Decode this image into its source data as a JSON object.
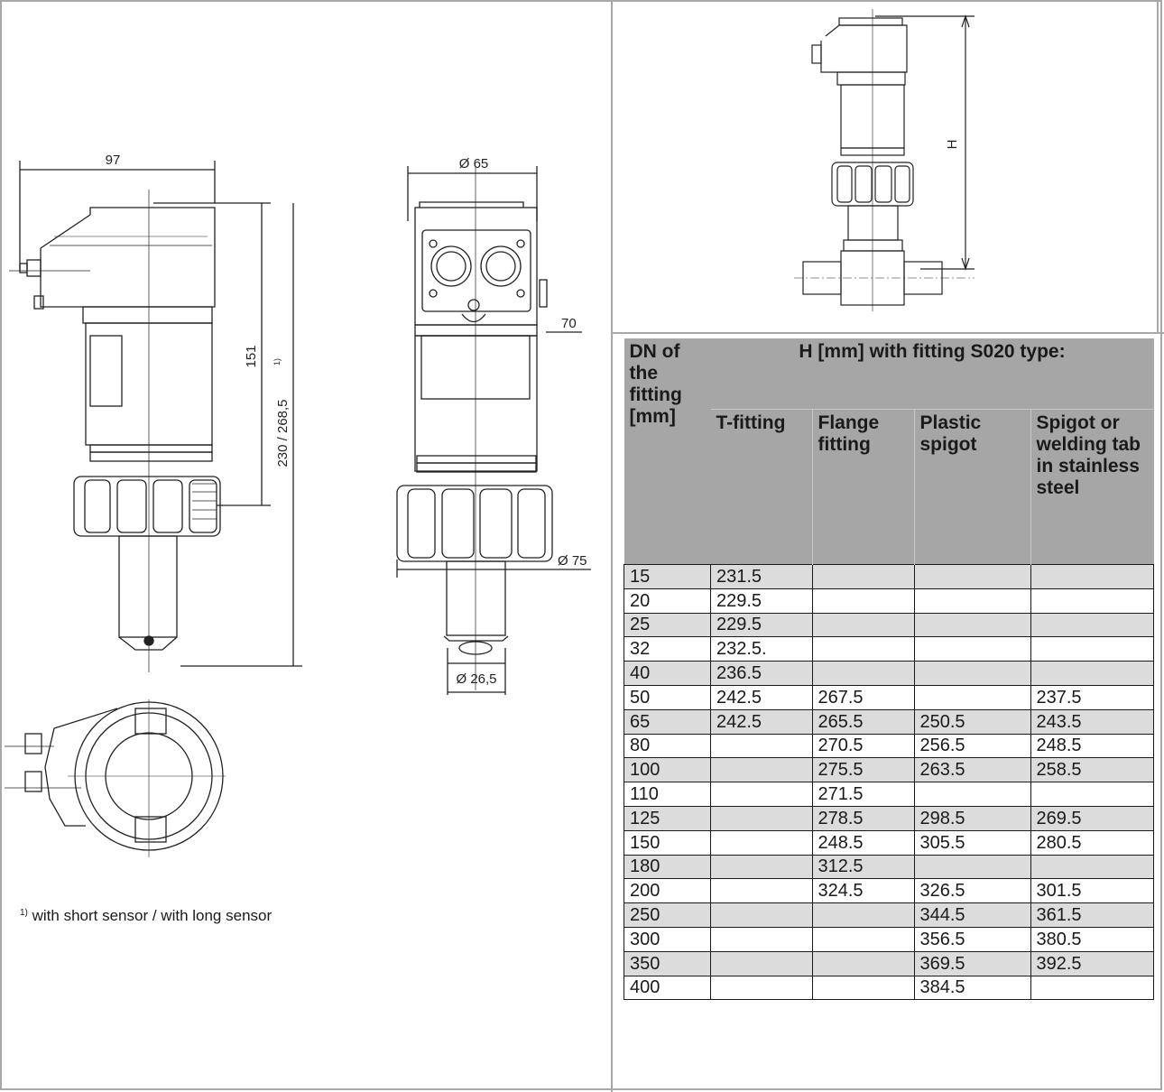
{
  "drawings": {
    "side_view": {
      "width_dim": "97",
      "height_dim": "151",
      "total_dim": "230 / 268,5",
      "total_footnote_mark": "1)"
    },
    "front_view": {
      "diameter_top": "Ø 65",
      "offset_dim": "70",
      "diameter_nut": "Ø 75",
      "diameter_sensor": "Ø 26,5"
    },
    "fitting_view": {
      "height_label": "H"
    }
  },
  "footnote": {
    "mark": "1)",
    "text": " with short sensor / with long sensor"
  },
  "table": {
    "col0_header": "DN of the fitting [mm]",
    "group_header": "H [mm] with fitting S020 type:",
    "sub_headers": [
      "T-fitting",
      "Flange fitting",
      "Plastic spigot",
      "Spigot or welding tab in stainless steel"
    ],
    "rows": [
      [
        "15",
        "231.5",
        "",
        "",
        ""
      ],
      [
        "20",
        "229.5",
        "",
        "",
        ""
      ],
      [
        "25",
        "229.5",
        "",
        "",
        ""
      ],
      [
        "32",
        "232.5.",
        "",
        "",
        ""
      ],
      [
        "40",
        "236.5",
        "",
        "",
        ""
      ],
      [
        "50",
        "242.5",
        "267.5",
        "",
        "237.5"
      ],
      [
        "65",
        "242.5",
        "265.5",
        "250.5",
        "243.5"
      ],
      [
        "80",
        "",
        "270.5",
        "256.5",
        "248.5"
      ],
      [
        "100",
        "",
        "275.5",
        "263.5",
        "258.5"
      ],
      [
        "110",
        "",
        "271.5",
        "",
        ""
      ],
      [
        "125",
        "",
        "278.5",
        "298.5",
        "269.5"
      ],
      [
        "150",
        "",
        "248.5",
        "305.5",
        "280.5"
      ],
      [
        "180",
        "",
        "312.5",
        "",
        ""
      ],
      [
        "200",
        "",
        "324.5",
        "326.5",
        "301.5"
      ],
      [
        "250",
        "",
        "",
        "344.5",
        "361.5"
      ],
      [
        "300",
        "",
        "",
        "356.5",
        "380.5"
      ],
      [
        "350",
        "",
        "",
        "369.5",
        "392.5"
      ],
      [
        "400",
        "",
        "",
        "384.5",
        ""
      ]
    ]
  }
}
